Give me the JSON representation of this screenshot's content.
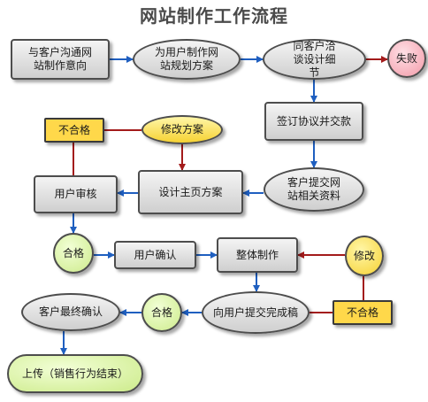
{
  "title": "网站制作工作流程",
  "nodes": {
    "communicate": "与客户沟通网站制作意向",
    "plan": "为用户制作网站规划方案",
    "negotiate": "同客户洽谈设计细节",
    "fail": "失败",
    "sign": "签订协议并交款",
    "fail_box_1": "不合格",
    "modify_plan": "修改方案",
    "user_review": "用户审核",
    "design_homepage": "设计主页方案",
    "provide_materials": "客户提交网站相关资料",
    "pass_1": "合格",
    "user_confirm": "用户确认",
    "whole_production": "整体制作",
    "modify": "修改",
    "submit_draft": "向用户提交完成稿",
    "fail_box_2": "不合格",
    "pass_2": "合格",
    "final_confirm": "客户最终确认",
    "upload": "上传（销售行为结束）"
  },
  "colors": {
    "flow_arrow": "#1f5fc0",
    "reject_line": "#a31b1b",
    "title": "#4a4a4a"
  }
}
